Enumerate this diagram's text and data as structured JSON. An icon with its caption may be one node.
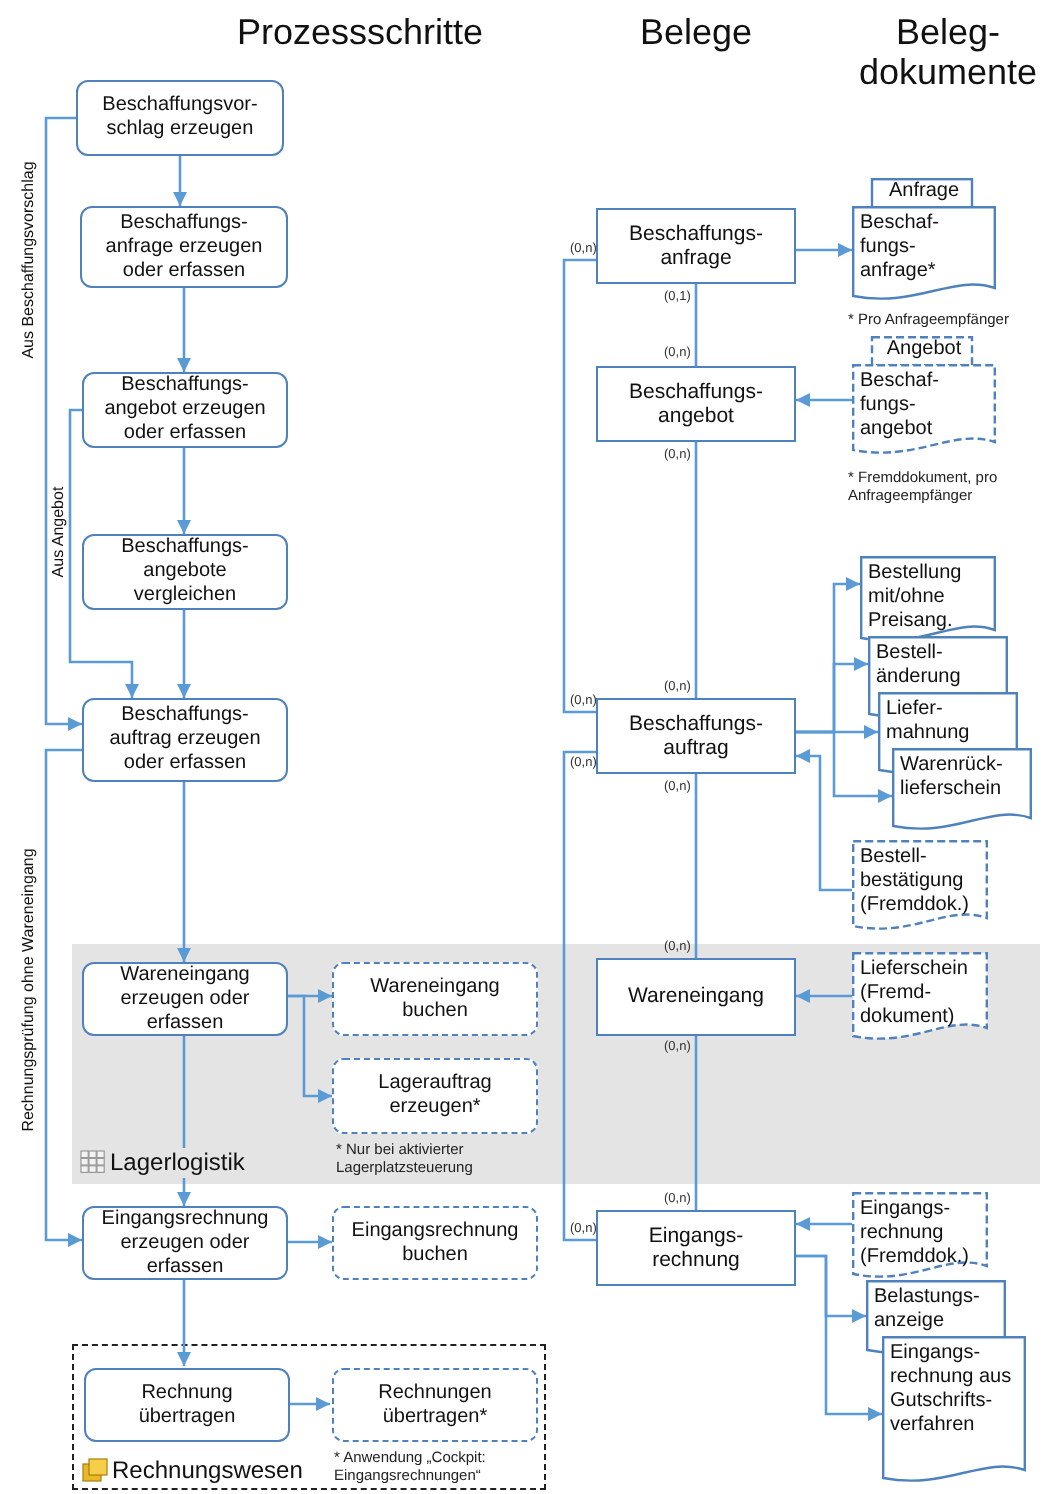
{
  "diagram": {
    "nodes": [
      {
        "text": [
          "Beschaffungsvor- schlag erzeugen"
        ]
      },
      {
        "text": [
          "Beschaffungs- anfrage erzeugen oder erfassen"
        ]
      },
      {
        "text": [
          "Beschaffungs- angebot erzeugen oder erfassen"
        ]
      },
      {
        "text": [
          "Beschaffungs- angebote vergleichen"
        ]
      },
      {
        "text": [
          "Beschaffungs- auftrag erzeugen oder erfassen"
        ]
      },
      {
        "text": [
          "Lagerlogistik"
        ]
      },
      {
        "text": [
          "Wareneingang erzeugen oder erfassen"
        ],
        "in": 5
      },
      {
        "text": [
          "Wareneingang buchen"
        ],
        "in": 5
      },
      {
        "text": [
          "Lagerauftrag erzeugen*"
        ],
        "in": 5,
        "beside": [
          "* Nur bei aktivierter Lagerplatzsteuerung"
        ]
      },
      {
        "text": [
          "Eingangsrechnung erzeugen oder erfassen"
        ]
      },
      {
        "text": [
          "Eingangsrechnung buchen"
        ]
      },
      {
        "text": [
          "Rechnungswesen"
        ]
      },
      {
        "text": [
          "Rechnung übertragen"
        ],
        "in": 11
      },
      {
        "text": [
          "Rechnungen übertragen*"
        ],
        "in": 11,
        "beside": [
          "* Anwendung „Cockpit: Eingangsrechnungen“"
        ]
      },
      {
        "text": [
          "Beschaffungs- anfrage"
        ]
      },
      {
        "text": [
          "Beschaffungs- angebot"
        ]
      },
      {
        "text": [
          "Beschaffungs- auftrag"
        ]
      },
      {
        "text": [
          "Wareneingang"
        ],
        "in": 5
      },
      {
        "text": [
          "Eingangs- rechnung"
        ]
      },
      {
        "text": [
          "Anfrage",
          "Beschaf- fungs- anfrage*"
        ],
        "beside": [
          "* Pro Anfrageempfänger"
        ]
      },
      {
        "text": [
          "Angebot",
          "Beschaf- fungs- angebot"
        ],
        "beside": [
          "* Fremddokument, pro Anfrageempfänger"
        ]
      },
      {
        "text": [
          "Bestellung mit/ohne Preisang."
        ]
      },
      {
        "text": [
          "Bestell- änderung"
        ]
      },
      {
        "text": [
          "Liefer- mahnung"
        ]
      },
      {
        "text": [
          "Warenrück- lieferschein"
        ]
      },
      {
        "text": [
          "Bestell- bestätigung (Fremddok.)"
        ]
      },
      {
        "text": [
          "Lieferschein (Fremd- dokument)"
        ],
        "in": 5
      },
      {
        "text": [
          "Eingangs- rechnung (Fremddok.)"
        ]
      },
      {
        "text": [
          "Belastungs- anzeige"
        ]
      },
      {
        "text": [
          "Eingangs- rechnung aus Gutschrifts- verfahren"
        ]
      }
    ],
    "edges": [
      {
        "from": 0,
        "to": 1,
        "arrow": "to"
      },
      {
        "from": 1,
        "to": 2,
        "arrow": "to"
      },
      {
        "from": 2,
        "to": 3,
        "arrow": "to"
      },
      {
        "from": 3,
        "to": 4,
        "arrow": "to"
      },
      {
        "from": 0,
        "to": 4,
        "arrow": "to",
        "label": "Aus Beschaffungsvorschlag"
      },
      {
        "from": 2,
        "to": 4,
        "arrow": "to",
        "label": "Aus Angebot"
      },
      {
        "from": 4,
        "to": 6,
        "arrow": "to"
      },
      {
        "from": 6,
        "to": 7,
        "arrow": "to"
      },
      {
        "from": 6,
        "to": 8,
        "arrow": "to"
      },
      {
        "from": 6,
        "to": 9,
        "arrow": "to"
      },
      {
        "from": 4,
        "to": 9,
        "arrow": "to",
        "label": "Rechnungsprüfung ohne Wareneingang"
      },
      {
        "from": 9,
        "to": 10,
        "arrow": "to"
      },
      {
        "from": 9,
        "to": 12,
        "arrow": "to"
      },
      {
        "from": 12,
        "to": 13,
        "arrow": "to"
      },
      {
        "from": 14,
        "to": 15,
        "arrow": "none"
      },
      {
        "from": 15,
        "to": 16,
        "arrow": "none"
      },
      {
        "from": 14,
        "to": 16,
        "arrow": "none"
      },
      {
        "from": 16,
        "to": 17,
        "arrow": "none"
      },
      {
        "from": 17,
        "to": 18,
        "arrow": "none"
      },
      {
        "from": 16,
        "to": 18,
        "arrow": "none"
      },
      {
        "from": 14,
        "to": 19,
        "arrow": "to"
      },
      {
        "from": 20,
        "to": 15,
        "arrow": "to"
      },
      {
        "from": 16,
        "to": 21,
        "arrow": "to"
      },
      {
        "from": 16,
        "to": 22,
        "arrow": "to"
      },
      {
        "from": 16,
        "to": 23,
        "arrow": "to"
      },
      {
        "from": 16,
        "to": 24,
        "arrow": "to"
      },
      {
        "from": 25,
        "to": 16,
        "arrow": "to"
      },
      {
        "from": 26,
        "to": 17,
        "arrow": "to"
      },
      {
        "from": 27,
        "to": 18,
        "arrow": "to"
      },
      {
        "from": 18,
        "to": 28,
        "arrow": "to"
      },
      {
        "from": 18,
        "to": 29,
        "arrow": "to"
      }
    ],
    "labels": [
      "Prozessschritte",
      "Belege",
      "Beleg- dokumente",
      "(0,n)",
      "(0,1)",
      "(0,n)",
      "(0,n)",
      "(0,n)",
      "(0,n)",
      "(0,n)",
      "(0,n)",
      "(0,n)",
      "(0,n)",
      "(0,n)",
      "(0,n)"
    ]
  }
}
